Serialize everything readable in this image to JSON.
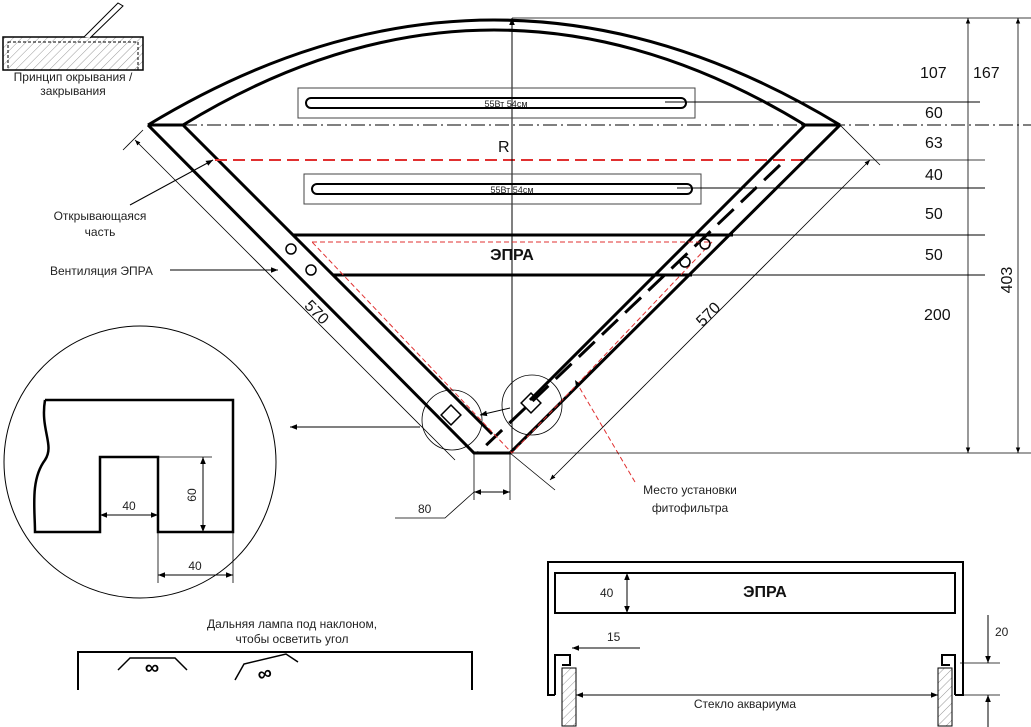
{
  "labels": {
    "principle_line1": "Принцип окрывания /",
    "principle_line2": "закрывания",
    "opening_part_line1": "Открывающаяся",
    "opening_part_line2": "часть",
    "ventilation": "Вентиляция ЭПРА",
    "lamp1": "55Вт 54см",
    "lamp2": "55Вт 54см",
    "radius": "R",
    "epra": "ЭПРА",
    "filter_line1": "Место установки",
    "filter_line2": "фитофильтра",
    "far_lamp_line1": "Дальняя лампа под наклоном,",
    "far_lamp_line2": "чтобы осветить угол",
    "glass": "Стекло аквариума",
    "epra_section": "ЭПРА"
  },
  "dimensions": {
    "d107": "107",
    "d167": "167",
    "d60": "60",
    "d63": "63",
    "d40": "40",
    "d50a": "50",
    "d50b": "50",
    "d200": "200",
    "d403": "403",
    "left570": "570",
    "right570": "570",
    "d80": "80",
    "detail_40a": "40",
    "detail_60": "60",
    "detail_40b": "40",
    "section_40": "40",
    "section_15": "15",
    "section_20": "20"
  },
  "colors": {
    "line": "#000000",
    "accent": "#e03030"
  }
}
